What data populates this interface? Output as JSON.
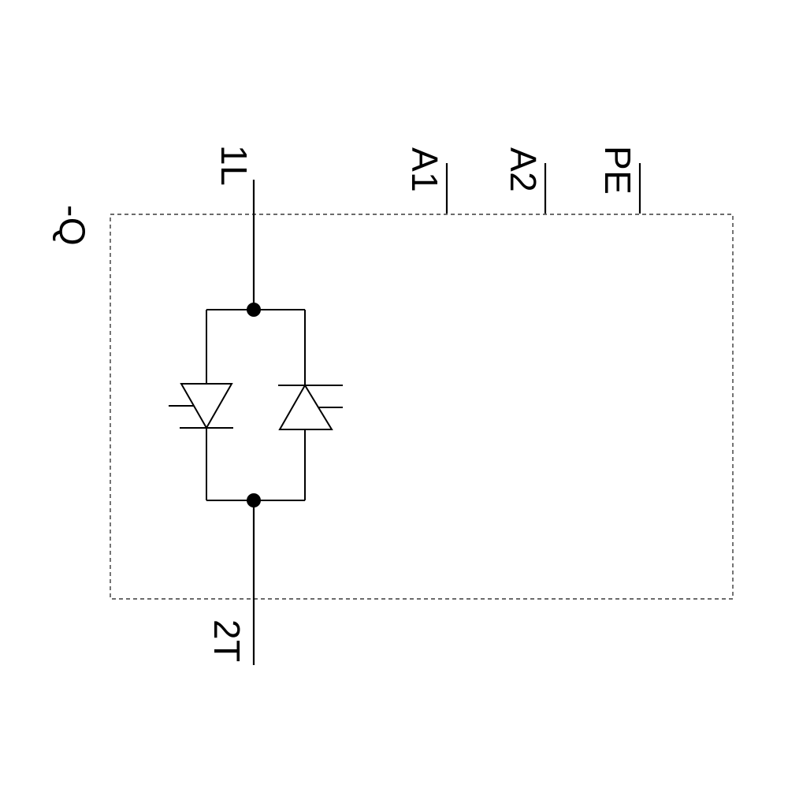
{
  "diagram": {
    "type": "circuit-schematic",
    "description": "Solid-state switching device terminal diagram with antiparallel thyristor pair",
    "component_ref": "-Q",
    "labels": {
      "line_input": "1L",
      "control_1": "A1",
      "control_2": "A2",
      "protective_earth": "PE",
      "load_output": "2T"
    },
    "colors": {
      "line": "#000000",
      "background": "#ffffff",
      "dashed_border": "#3a3a3a"
    }
  }
}
